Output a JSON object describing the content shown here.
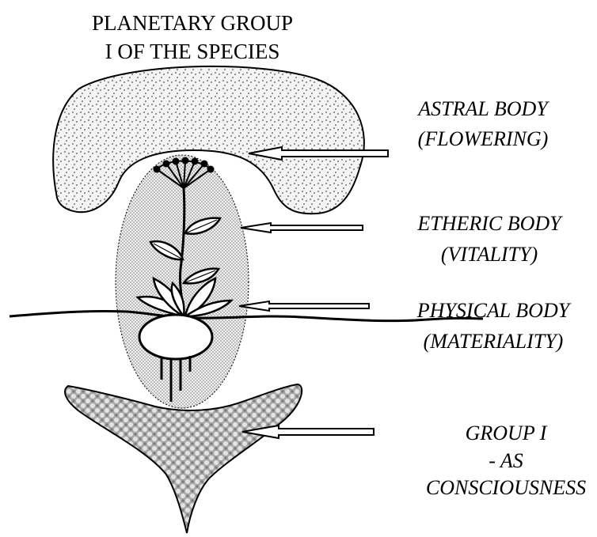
{
  "title": [
    "PLANETARY GROUP",
    "I OF THE SPECIES"
  ],
  "labels": [
    {
      "id": "astral",
      "lines": [
        "ASTRAL BODY",
        "(FLOWERING)"
      ]
    },
    {
      "id": "etheric",
      "lines": [
        "ETHERIC BODY",
        "(VITALITY)"
      ]
    },
    {
      "id": "physical",
      "lines": [
        "PHYSICAL BODY",
        "(MATERIALITY)"
      ]
    },
    {
      "id": "group",
      "lines": [
        "GROUP I",
        "- AS",
        "CONSCIOUSNESS"
      ]
    }
  ],
  "colors": {
    "ink": "#000000",
    "fill_light": "#d9d9d9",
    "fill_dark": "#9a9a9a",
    "background": "#ffffff"
  }
}
